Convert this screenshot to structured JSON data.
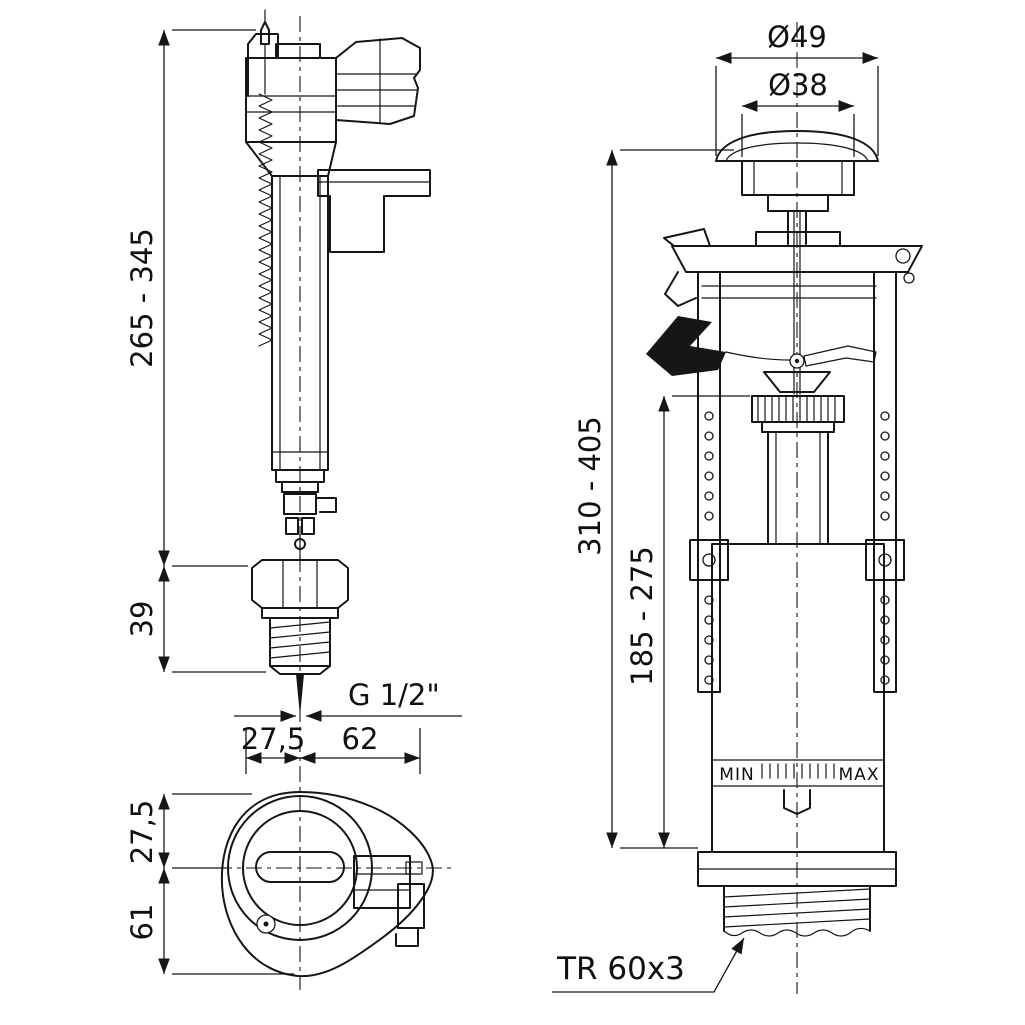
{
  "fill_valve": {
    "dims": {
      "height_range": "265 - 345",
      "shank_length": "39",
      "inlet_thread": "G 1/2\"",
      "offset_width": "27,5",
      "body_width": "62",
      "top_offset": "27,5",
      "bottom_length": "61"
    }
  },
  "flush_valve": {
    "dims": {
      "button_outer_diameter": "Ø49",
      "button_inner_diameter": "Ø38",
      "height_range": "310 - 405",
      "tube_height_range": "185 - 275",
      "outlet_thread": "TR 60x3"
    },
    "scale": {
      "min_label": "MIN",
      "max_label": "MAX"
    }
  }
}
